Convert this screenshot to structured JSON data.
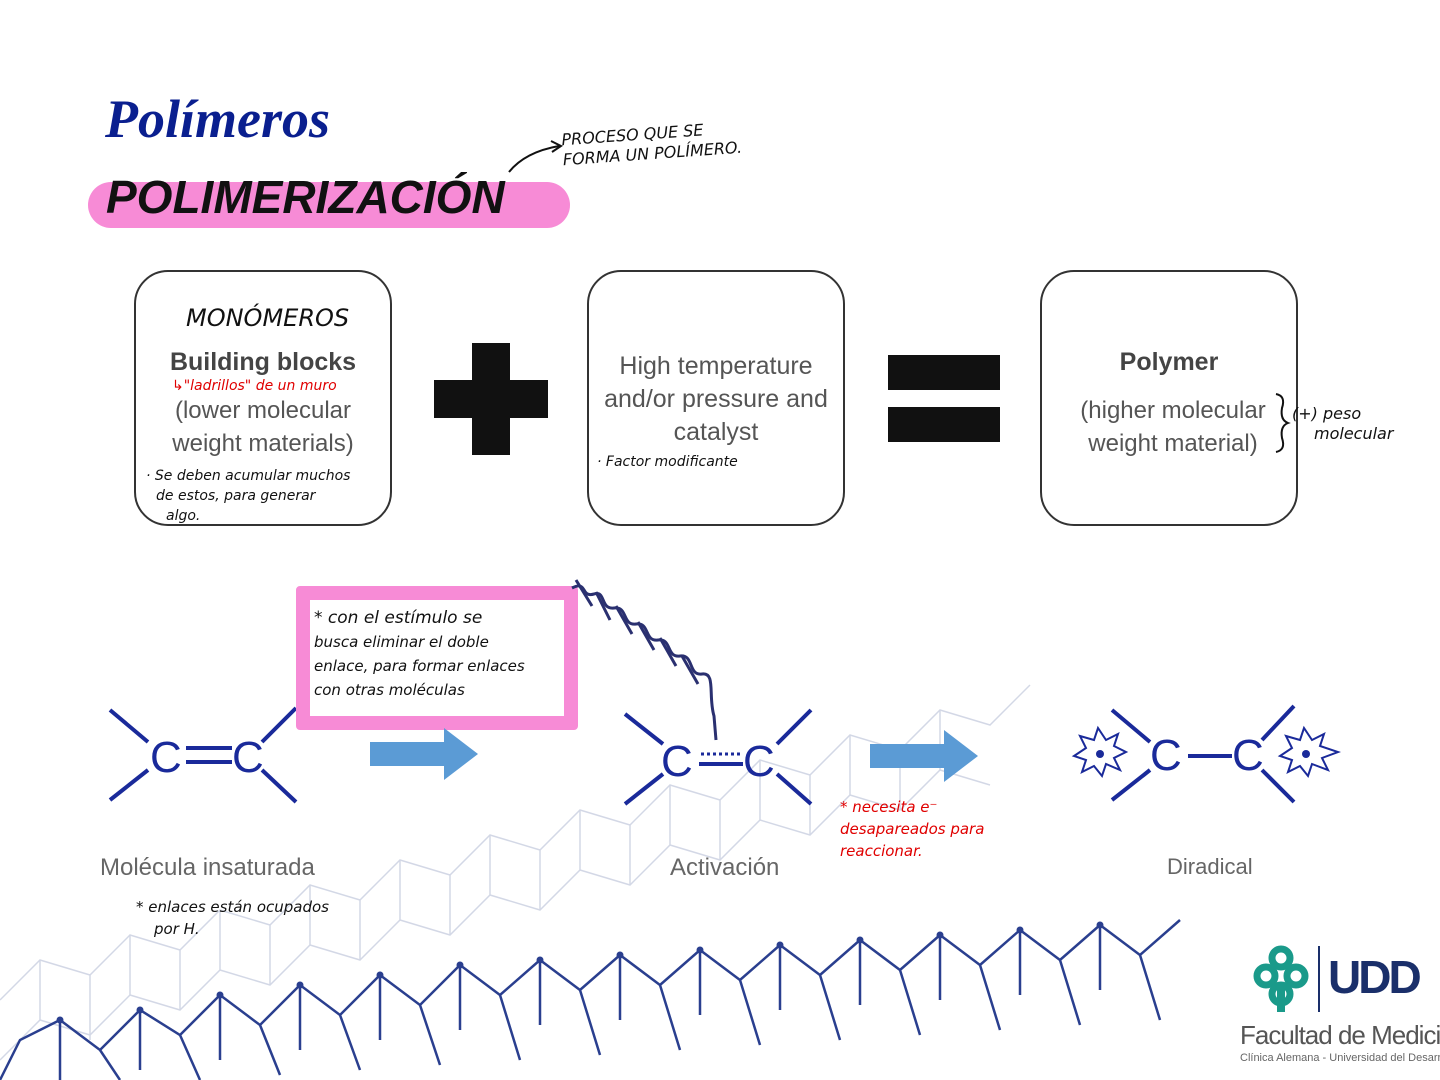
{
  "slide": {
    "title": "Polímeros",
    "subtitle": "POLIMERIZACIÓN",
    "subtitle_note": [
      "PROCESO QUE SE",
      "FORMA UN POLÍMERO."
    ]
  },
  "boxes": {
    "monomer": {
      "annotation": "MONÓMEROS",
      "heading": "Building blocks",
      "heading_note": "↳\"ladrillos\" de un muro",
      "body": [
        "(lower molecular",
        "weight materials)"
      ],
      "note": [
        "· Se deben acumular muchos",
        "de estos, para generar",
        "algo."
      ]
    },
    "conditions": {
      "body": [
        "High temperature",
        "and/or pressure and",
        "catalyst"
      ],
      "note": "· Factor modificante"
    },
    "polymer": {
      "heading": "Polymer",
      "body": [
        "(higher molecular",
        "weight material)"
      ],
      "note": [
        "(+) peso",
        "molecular"
      ]
    }
  },
  "reaction": {
    "atom_left": "C",
    "atom_right": "C",
    "captions": {
      "unsaturated": "Molécula insaturada",
      "activation": "Activación",
      "diradical": "Diradical"
    },
    "note_box": [
      "* con el estímulo se",
      "busca eliminar el doble",
      "enlace, para formar enlaces",
      "con otras moléculas"
    ],
    "note_activation": [
      "* necesita e⁻",
      "desapareados para",
      "reaccionar."
    ],
    "note_unsaturated": [
      "* enlaces están ocupados",
      "por H."
    ]
  },
  "branding": {
    "logo_text": "UDD",
    "faculty": "Facultad de Medicina",
    "institution": "Clínica Alemana - Universidad del Desarrollo"
  },
  "colors": {
    "title": "#0a1f8f",
    "highlight": "#f78bd6",
    "bond": "#1a2a9a",
    "arrow": "#5b9bd5",
    "annotation_red": "#e00000",
    "logo_teal": "#1a9a8a",
    "logo_navy": "#1a2f6a"
  }
}
